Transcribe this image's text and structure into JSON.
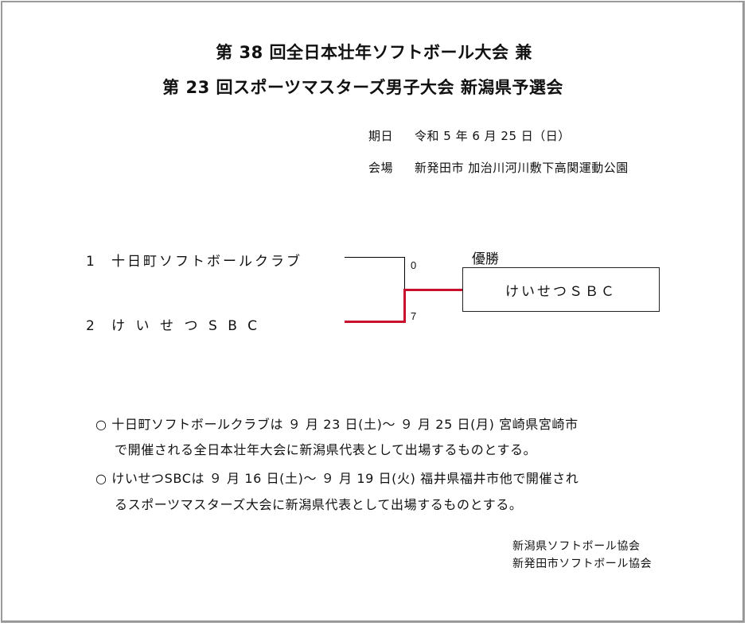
{
  "header": {
    "title_line1": "第 38 回全日本壮年ソフトボール大会 兼",
    "title_line2": "第 23 回スポーツマスターズ男子大会 新潟県予選会"
  },
  "info": {
    "date_label": "期日",
    "date_value": "令和 5 年 6 月 25 日（日）",
    "venue_label": "会場",
    "venue_value": "新発田市 加治川河川敷下高関運動公園"
  },
  "bracket": {
    "teams": [
      {
        "seed": "1",
        "name": "十日町ソフトボールクラブ",
        "score": "0"
      },
      {
        "seed": "2",
        "name": "けいせつSBC",
        "score": "7"
      }
    ],
    "winner_label": "優勝",
    "winner_name": "けいせつＳＢＣ",
    "colors": {
      "winner_line": "#c8102e",
      "loser_line": "#000000"
    }
  },
  "notes": [
    {
      "bullet": "○",
      "line1": "十日町ソフトボールクラブは ９ 月 23 日(土)～ ９ 月 25 日(月) 宮崎県宮崎市",
      "line2": "で開催される全日本壮年大会に新潟県代表として出場するものとする。"
    },
    {
      "bullet": "○",
      "line1": "けいせつSBCは ９ 月 16 日(土)～ ９ 月 19 日(火) 福井県福井市他で開催され",
      "line2": "るスポーツマスターズ大会に新潟県代表として出場するものとする。"
    }
  ],
  "organizers": [
    "新潟県ソフトボール協会",
    "新発田市ソフトボール協会"
  ]
}
